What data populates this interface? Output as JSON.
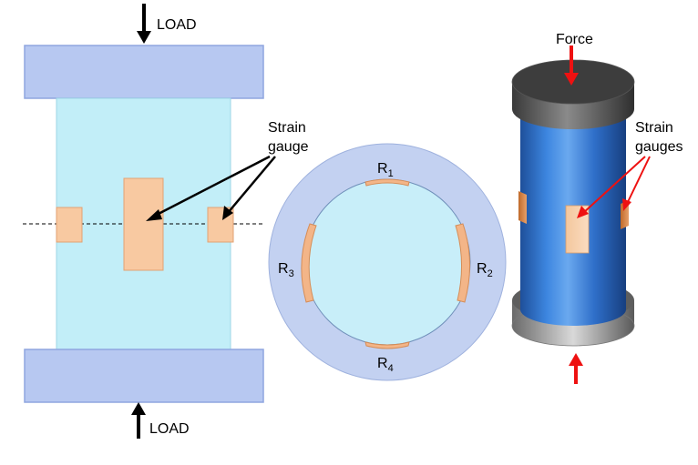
{
  "left_diagram": {
    "load_top": "LOAD",
    "load_bottom": "LOAD",
    "strain_gauge_label_line1": "Strain",
    "strain_gauge_label_line2": "gauge"
  },
  "ring_diagram": {
    "gauges": [
      {
        "base": "R",
        "sub": "1"
      },
      {
        "base": "R",
        "sub": "2"
      },
      {
        "base": "R",
        "sub": "3"
      },
      {
        "base": "R",
        "sub": "4"
      }
    ]
  },
  "cylinder_diagram": {
    "force_label": "Force",
    "strain_gauges_label_line1": "Strain",
    "strain_gauges_label_line2": "gauges"
  },
  "colors": {
    "plate_fill": "#b7c8f1",
    "plate_stroke": "#8fa6df",
    "column_fill": "#c2eef8",
    "gauge_fill": "#f8c9a1",
    "gauge_stroke": "#e2a173",
    "ring_outer": "#c3d1f1",
    "ring_inner": "#c8eef9",
    "arrow_red": "#ee1111",
    "cylinder_blue": "#2f6fc9",
    "cap_dark": "#4a4a4a"
  }
}
